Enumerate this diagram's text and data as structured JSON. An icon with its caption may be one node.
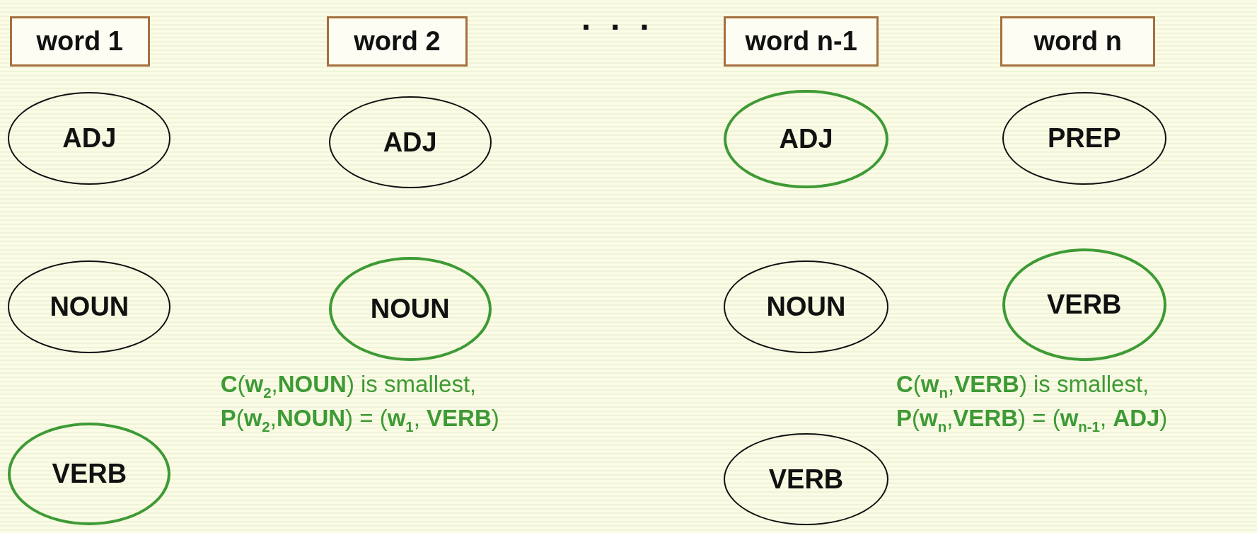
{
  "diagram": {
    "nodes": [
      {
        "text": [
          "word 1"
        ]
      },
      {
        "text": [
          "word 2"
        ]
      },
      {
        "text": [
          "word n-1"
        ]
      },
      {
        "text": [
          "word n"
        ]
      },
      {
        "text": [
          "ADJ"
        ]
      },
      {
        "text": [
          "ADJ"
        ]
      },
      {
        "text": [
          "ADJ"
        ]
      },
      {
        "text": [
          "PREP"
        ]
      },
      {
        "text": [
          "NOUN"
        ]
      },
      {
        "text": [
          "NOUN"
        ]
      },
      {
        "text": [
          "NOUN"
        ]
      },
      {
        "text": [
          "VERB"
        ]
      },
      {
        "text": [
          "VERB"
        ]
      },
      {
        "text": [
          "VERB"
        ]
      }
    ],
    "labels": [
      "· · ·",
      "**C**(**w**$_{2}$,**NOUN**) is smallest,",
      "**P**(**w**$_{2}$,**NOUN**) = (**w**$_{1}$, **VERB**)",
      "**C**(**w**$_{n}$,**VERB**) is smallest,",
      "**P**(**w**$_{n}$,**VERB**) = (**w**$_{n-1}$, **ADJ**)"
    ]
  }
}
